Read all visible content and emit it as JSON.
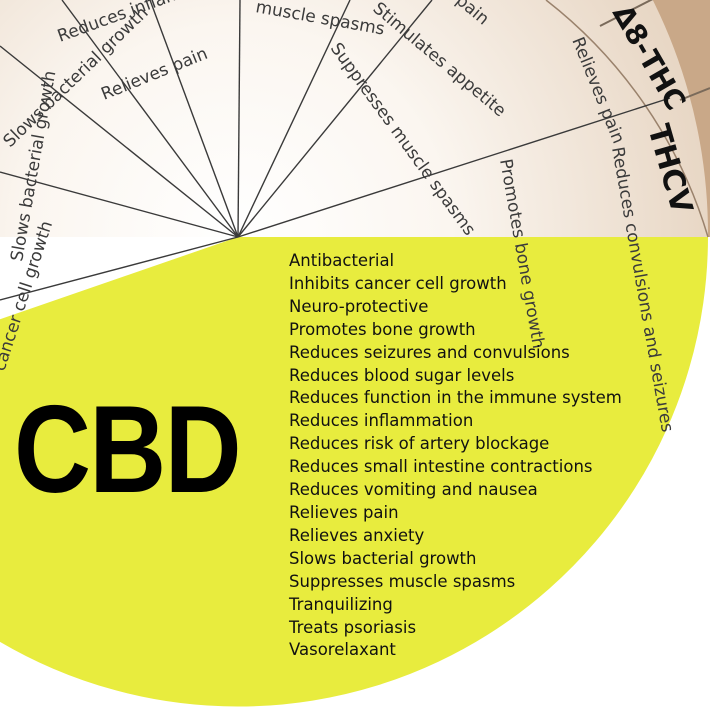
{
  "colors": {
    "cbd_fill": "#e8ec3e",
    "ring_fill": "#c9a888",
    "slice_light": "#fbf6f0",
    "slice_dark": "#e8d7c5",
    "divider": "#3a3a3a"
  },
  "cbd": {
    "title": "CBD",
    "effects": [
      "Antibacterial",
      "Inhibits cancer cell growth",
      "Neuro-protective",
      "Promotes bone growth",
      "Reduces seizures and convulsions",
      "Reduces blood sugar levels",
      "Reduces function in the immune system",
      "Reduces inflammation",
      "Reduces risk of artery blockage",
      "Reduces small intestine contractions",
      "Reduces vomiting and nausea",
      "Relieves pain",
      "Relieves anxiety",
      "Slows bacterial growth",
      "Suppresses muscle spasms",
      "Tranquilizing",
      "Treats psoriasis",
      "Vasorelaxant"
    ]
  },
  "cannabinoids": {
    "thcv": {
      "name": "THCV",
      "effects": [
        "Reduces convulsions and seizures",
        "Promotes bone growth"
      ]
    },
    "d8thc": {
      "name": "Δ8-THC",
      "effects": [
        "Relieves pain"
      ]
    }
  },
  "partial_labels": {
    "pain_top": "pain",
    "stimulates_appetite": "Stimulates appetite",
    "suppresses_muscle_spasms": "Suppresses muscle spasms",
    "muscle_spasms_top": "muscle spasms",
    "reduces_inflammation": "Reduces inflammation",
    "relieves_pain": "Relieves pain",
    "slows_bacterial_growth_upper": "Slows bacterial growth",
    "slows_bacterial_growth_lower": "Slows bacterial growth",
    "cancer_cell_growth": "cancer cell growth"
  }
}
